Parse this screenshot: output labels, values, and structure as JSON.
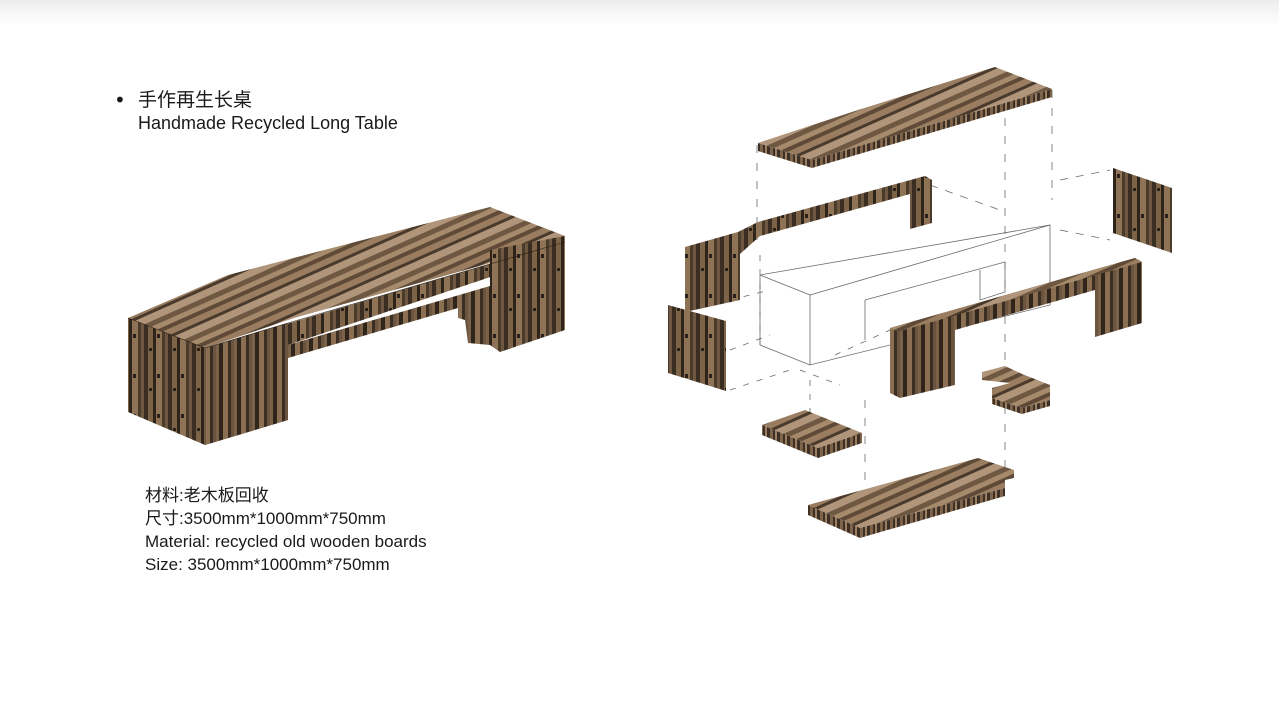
{
  "heading": {
    "bullet": "•",
    "title_zh": "手作再生长桌",
    "title_en": "Handmade Recycled Long Table"
  },
  "specs": {
    "material_zh": "材料:老木板回收",
    "size_zh": "尺寸:3500mm*1000mm*750mm",
    "material_en": "Material: recycled old wooden boards",
    "size_en": "Size: 3500mm*1000mm*750mm"
  },
  "colors": {
    "wood_dark": "#3d3024",
    "wood_mid": "#6b5540",
    "wood_light": "#a08468",
    "line": "#555555"
  }
}
